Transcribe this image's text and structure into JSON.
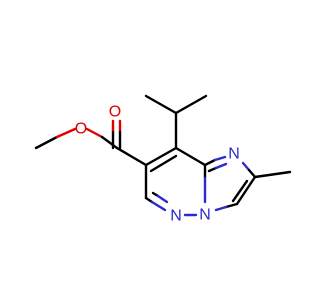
{
  "molecule": {
    "colors": {
      "bond": "#000000",
      "oxygen": "#e00000",
      "nitrogen": "#2a2acf"
    },
    "atoms": {
      "carbonyl_oxygen": "O",
      "ester_oxygen": "O",
      "imidazole_nitrogen": "N",
      "pyridazine_nitrogen": "N",
      "bridgehead_nitrogen": "N"
    }
  }
}
